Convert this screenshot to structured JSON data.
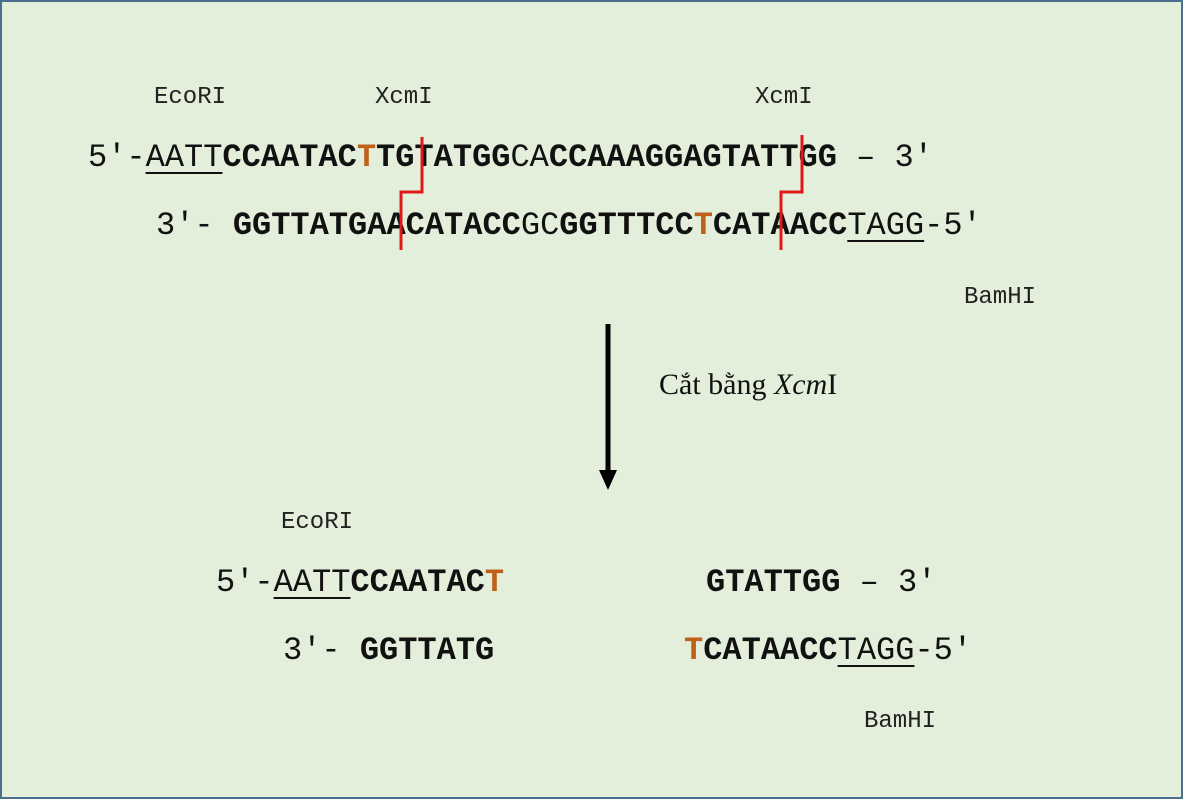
{
  "top": {
    "labels": {
      "ecori": "EcoRI",
      "xcmi_left": "XcmI",
      "xcmi_right": "XcmI",
      "bamhi": "BamHI"
    },
    "strand5": {
      "prefix": "5′-",
      "sticky": "AATT",
      "seg1": "CCAATAC",
      "t": "T",
      "seg2": "TGTATGG",
      "mid": "CA",
      "seg3": "CCAAAGGAGTATTGG",
      "suffix": " – 3′"
    },
    "strand3": {
      "prefix": "3′- ",
      "seg1": "GGTTATGAACATACC",
      "mid": "GC",
      "seg2": "GGTTTCC",
      "t": "T",
      "seg3": "CATAACC",
      "sticky": "TAGG",
      "suffix": "-5′"
    }
  },
  "arrow_caption": {
    "text_before": "Cắt bằng ",
    "enzyme_italic": "Xcm",
    "enzyme_rest": "I"
  },
  "bottom": {
    "labels": {
      "ecori": "EcoRI",
      "bamhi": "BamHI"
    },
    "left5": {
      "prefix": "5′-",
      "sticky": "AATT",
      "seq": "CCAATAC",
      "t": "T"
    },
    "left3": {
      "prefix": "3′- ",
      "seq": "GGTTATG"
    },
    "right5": {
      "seq": "GTATTGG",
      "suffix": " – 3′"
    },
    "right3": {
      "t": "T",
      "seq": "CATAACC",
      "sticky": "TAGG",
      "suffix": "-5′"
    }
  },
  "colors": {
    "background": "#e3efda",
    "cut_line": "#e01818",
    "highlight_t": "#c0601a",
    "border": "#4a6f8f"
  }
}
